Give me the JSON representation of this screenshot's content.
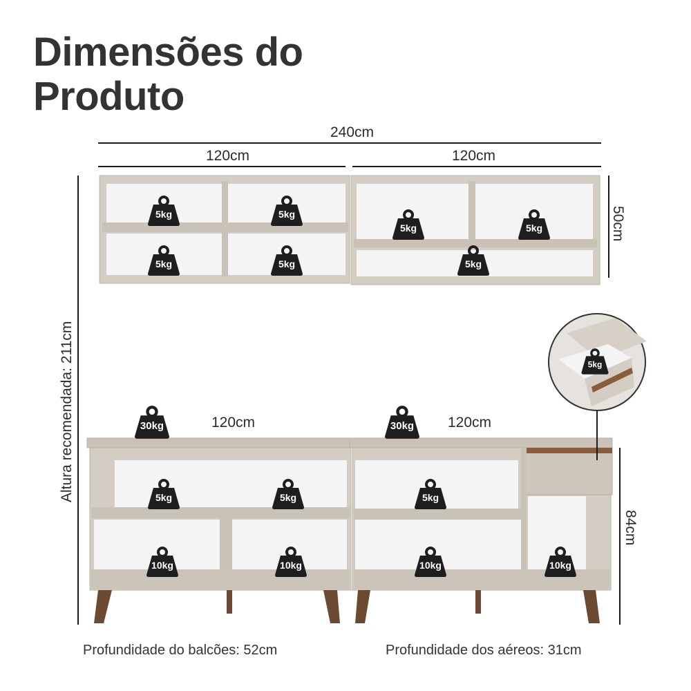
{
  "title": {
    "line1": "Dimensões do",
    "line2": "Produto"
  },
  "dimensions": {
    "total_width": "240cm",
    "upper_left_width": "120cm",
    "upper_right_width": "120cm",
    "upper_height": "50cm",
    "lower_left_width": "120cm",
    "lower_right_width": "120cm",
    "lower_height": "84cm",
    "recommended_height": "Altura recomendada: 211cm"
  },
  "weights": {
    "upper": [
      "5kg",
      "5kg",
      "5kg",
      "5kg",
      "5kg",
      "5kg",
      "5kg"
    ],
    "drawer": "5kg",
    "top": [
      "30kg",
      "30kg"
    ],
    "lower_middle": [
      "5kg",
      "5kg",
      "5kg"
    ],
    "lower_bottom": [
      "10kg",
      "10kg",
      "10kg",
      "10kg"
    ]
  },
  "footer": {
    "counter_depth": "Profundidade do balcões: 52cm",
    "upper_depth": "Profundidade dos aéreos: 31cm"
  },
  "colors": {
    "cabinet": "#d3cdc3",
    "cabinet_edge": "#b9b2a6",
    "interior": "#f4f4f4",
    "leg": "#6b4a31",
    "weight_icon": "#1e1e1e"
  }
}
